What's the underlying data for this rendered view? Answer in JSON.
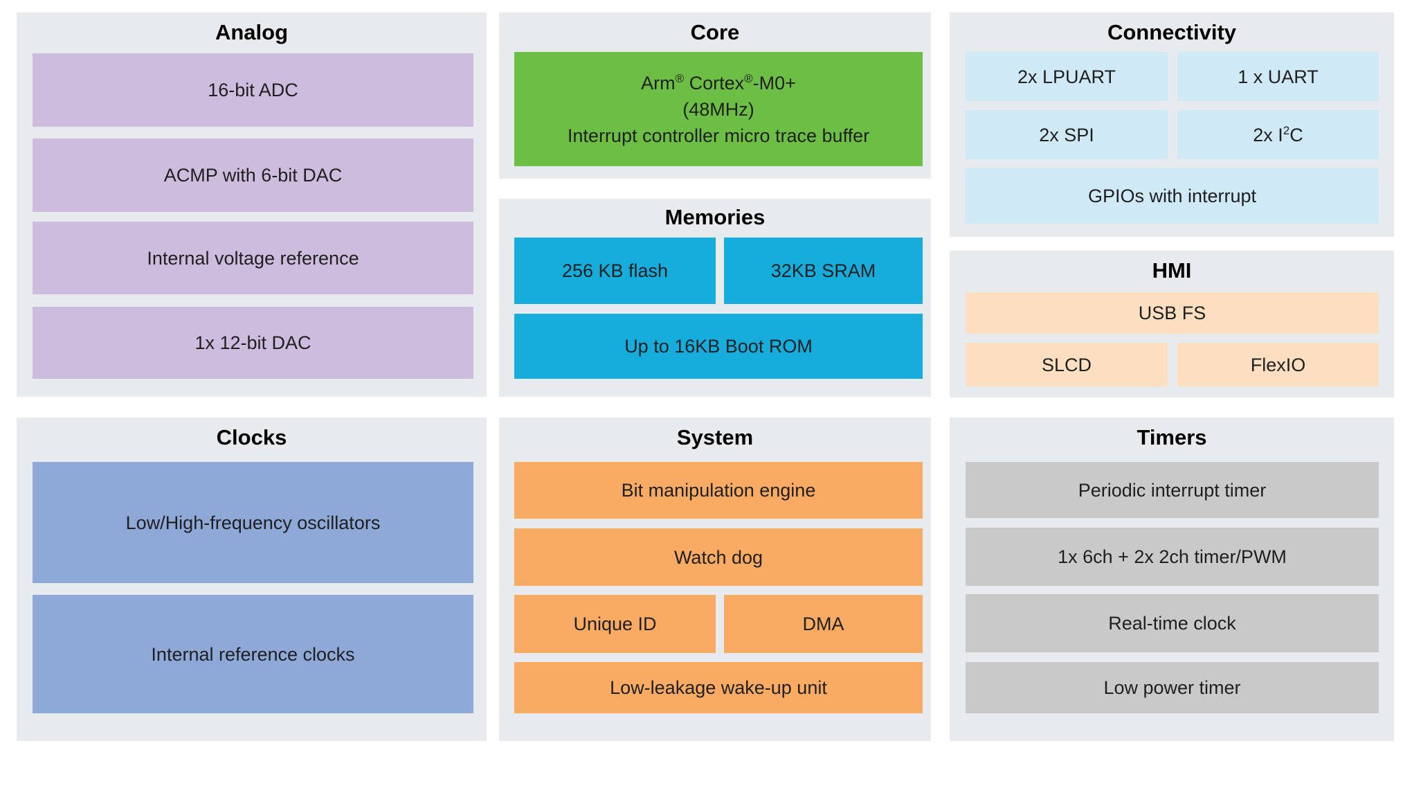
{
  "diagram": {
    "type": "mcu-feature-block-diagram"
  },
  "colors": {
    "page_background": "#ffffff",
    "panel_background": "#e8ebed",
    "analog_blocks": "#cdbcde",
    "core_block": "#6cbe45",
    "memories_blocks": "#16addd",
    "connectivity_blocks": "#cfe9f6",
    "hmi_blocks": "#fcdec1",
    "clocks_blocks": "#8ea8d8",
    "system_blocks": "#f9ab63",
    "timers_blocks": "#c9c9c9",
    "title_text": "#000000",
    "block_text": "#1f1f1f"
  },
  "panels": {
    "analog": {
      "title": "Analog",
      "items": [
        "16-bit ADC",
        "ACMP with 6-bit DAC",
        "Internal voltage reference",
        "1x 12-bit DAC"
      ]
    },
    "core": {
      "title": "Core",
      "reg_mark": "®",
      "line1_a": "Arm",
      "line1_b": " Cortex",
      "line1_c": "-M0+",
      "line2": "(48MHz)",
      "line3": "Interrupt controller micro trace buffer"
    },
    "memories": {
      "title": "Memories",
      "items": [
        "256 KB flash",
        "32KB SRAM",
        "Up to 16KB Boot ROM"
      ]
    },
    "connectivity": {
      "title": "Connectivity",
      "items": [
        "2x LPUART",
        "1 x UART",
        "2x SPI"
      ],
      "i2c": {
        "prefix": "2x I",
        "sup": "2",
        "suffix": "C"
      },
      "gpio": "GPIOs with interrupt"
    },
    "hmi": {
      "title": "HMI",
      "items": [
        "USB FS",
        "SLCD",
        "FlexIO"
      ]
    },
    "clocks": {
      "title": "Clocks",
      "items": [
        "Low/High-frequency oscillators",
        "Internal reference clocks"
      ]
    },
    "system": {
      "title": "System",
      "items": [
        "Bit manipulation engine",
        "Watch dog",
        "Unique ID",
        "DMA",
        "Low-leakage wake-up unit"
      ]
    },
    "timers": {
      "title": "Timers",
      "items": [
        "Periodic interrupt timer",
        "1x 6ch + 2x 2ch timer/PWM",
        "Real-time clock",
        "Low power timer"
      ]
    }
  }
}
